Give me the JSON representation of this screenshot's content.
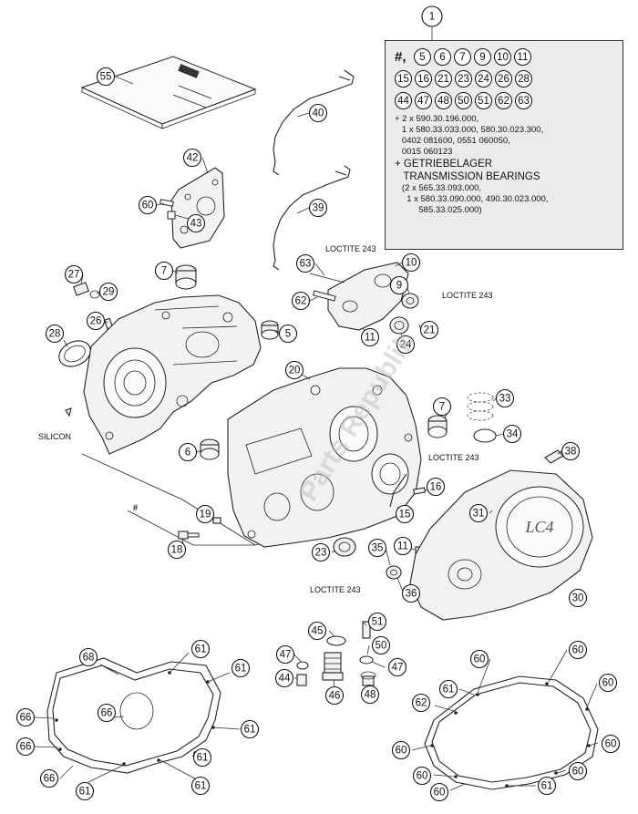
{
  "callouts": [
    {
      "id": "c1",
      "label": "1"
    },
    {
      "id": "c55",
      "label": "55"
    },
    {
      "id": "c40",
      "label": "40"
    },
    {
      "id": "c42",
      "label": "42"
    },
    {
      "id": "c39",
      "label": "39"
    },
    {
      "id": "c60a",
      "label": "60"
    },
    {
      "id": "c43",
      "label": "43"
    },
    {
      "id": "c27",
      "label": "27"
    },
    {
      "id": "c7a",
      "label": "7"
    },
    {
      "id": "c29",
      "label": "29"
    },
    {
      "id": "c26",
      "label": "26"
    },
    {
      "id": "c28",
      "label": "28"
    },
    {
      "id": "c5",
      "label": "5"
    },
    {
      "id": "c63",
      "label": "63"
    },
    {
      "id": "c10",
      "label": "10"
    },
    {
      "id": "c9",
      "label": "9"
    },
    {
      "id": "c62a",
      "label": "62"
    },
    {
      "id": "c21",
      "label": "21"
    },
    {
      "id": "c11a",
      "label": "11"
    },
    {
      "id": "c24",
      "label": "24"
    },
    {
      "id": "c20",
      "label": "20"
    },
    {
      "id": "c33",
      "label": "33"
    },
    {
      "id": "c7b",
      "label": "7"
    },
    {
      "id": "c34",
      "label": "34"
    },
    {
      "id": "c6",
      "label": "6"
    },
    {
      "id": "c38",
      "label": "38"
    },
    {
      "id": "c16",
      "label": "16"
    },
    {
      "id": "c31",
      "label": "31"
    },
    {
      "id": "c15",
      "label": "15"
    },
    {
      "id": "c19",
      "label": "19"
    },
    {
      "id": "c18",
      "label": "18"
    },
    {
      "id": "c23",
      "label": "23"
    },
    {
      "id": "c35",
      "label": "35"
    },
    {
      "id": "c11b",
      "label": "11"
    },
    {
      "id": "c36",
      "label": "36"
    },
    {
      "id": "c30",
      "label": "30"
    },
    {
      "id": "c45",
      "label": "45"
    },
    {
      "id": "c51",
      "label": "51"
    },
    {
      "id": "c47a",
      "label": "47"
    },
    {
      "id": "c50",
      "label": "50"
    },
    {
      "id": "c44",
      "label": "44"
    },
    {
      "id": "c46",
      "label": "46"
    },
    {
      "id": "c47b",
      "label": "47"
    },
    {
      "id": "c48",
      "label": "48"
    },
    {
      "id": "c68",
      "label": "68"
    },
    {
      "id": "c61a",
      "label": "61"
    },
    {
      "id": "c61b",
      "label": "61"
    },
    {
      "id": "c66a",
      "label": "66"
    },
    {
      "id": "c66b",
      "label": "66"
    },
    {
      "id": "c61c",
      "label": "61"
    },
    {
      "id": "c66c",
      "label": "66"
    },
    {
      "id": "c61d",
      "label": "61"
    },
    {
      "id": "c66d",
      "label": "66"
    },
    {
      "id": "c61e",
      "label": "61"
    },
    {
      "id": "c61f",
      "label": "61"
    },
    {
      "id": "c60b",
      "label": "60"
    },
    {
      "id": "c60c",
      "label": "60"
    },
    {
      "id": "c61g",
      "label": "61"
    },
    {
      "id": "c60d",
      "label": "60"
    },
    {
      "id": "c62b",
      "label": "62"
    },
    {
      "id": "c60e",
      "label": "60"
    },
    {
      "id": "c60f",
      "label": "60"
    },
    {
      "id": "c60g",
      "label": "60"
    },
    {
      "id": "c60h",
      "label": "60"
    },
    {
      "id": "c60i",
      "label": "60"
    },
    {
      "id": "c61h",
      "label": "61"
    }
  ],
  "text_labels": {
    "loctite_a": "LOCTITE 243",
    "loctite_b": "LOCTITE 243",
    "loctite_c": "LOCTITE 243",
    "loctite_d": "LOCTITE 243",
    "silicon": "SILICON",
    "hash": "#"
  },
  "watermark": "Parts Republik",
  "info_box": {
    "hash": "#,",
    "row1": [
      "5",
      "6",
      "7",
      "9",
      "10",
      "11"
    ],
    "row2": [
      "15",
      "16",
      "21",
      "23",
      "24",
      "26",
      "28"
    ],
    "row3": [
      "44",
      "47",
      "48",
      "50",
      "51",
      "62",
      "63"
    ],
    "note1": "+ 2 x 590.30.196.000,\n   1 x 580.33.033.000, 580.30.023.300,\n   0402 081600, 0551 060050,\n   0015 060123",
    "note2_head": "+ GETRIEBELAGER\n   TRANSMISSION BEARINGS",
    "note2": "   (2 x 565.33.093.000,\n     1 x 580.33.090.000, 490.30.023.000,\n          585.33.025.000)"
  }
}
